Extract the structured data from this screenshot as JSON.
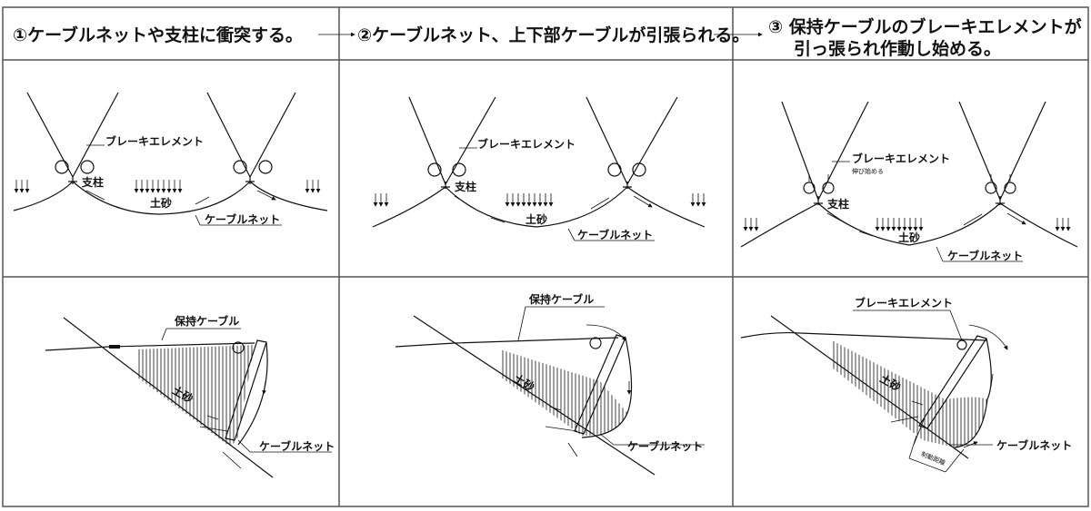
{
  "header": {
    "step1": "①ケーブルネットや支柱に衝突する。",
    "step2": "②ケーブルネット、上下部ケーブルが引張られる。",
    "step3_line1": "③ 保持ケーブルのブレーキエレメントが",
    "step3_line2": "引っ張られ作動し始める。"
  },
  "labels": {
    "brake_element": "ブレーキエレメント",
    "post": "支柱",
    "soil": "土砂",
    "cable_net": "ケーブルネット",
    "holding_cable": "保持ケーブル",
    "starts_stretching": "伸び始める",
    "braking_distance": "制動距離"
  },
  "colors": {
    "line": "#111111",
    "frame": "#555555"
  }
}
